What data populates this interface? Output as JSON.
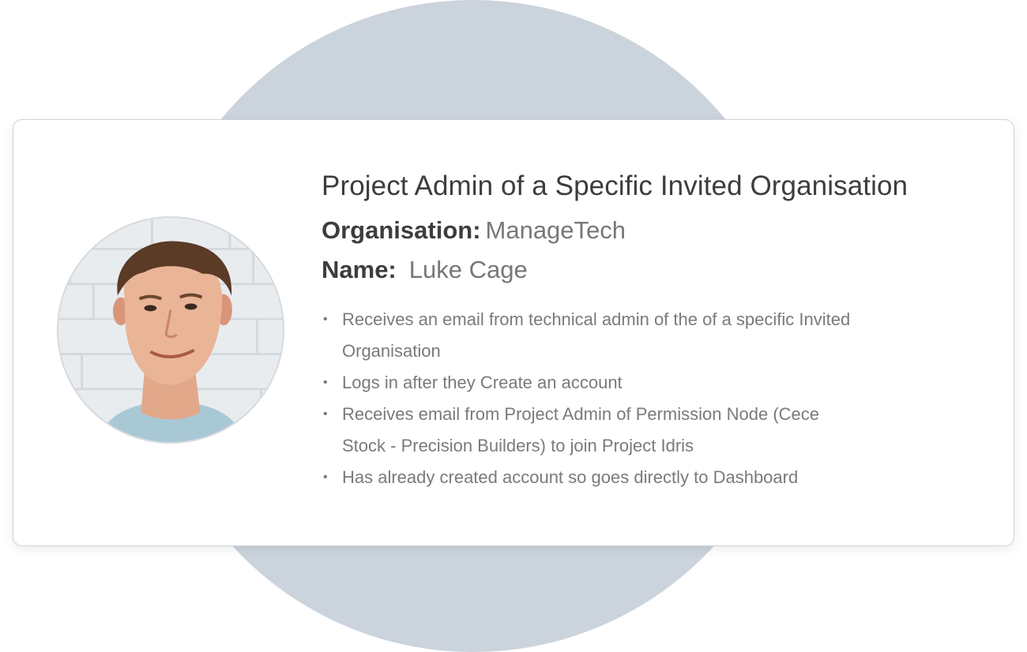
{
  "colors": {
    "background_circle": "#cbd3dc",
    "title": "#3d3d3d",
    "label": "#3d3d3d",
    "value": "#777777",
    "bullet_text": "#7a7a7a",
    "card_border": "#cfd3d8"
  },
  "persona": {
    "title": "Project Admin of a Specific Invited Organisation",
    "organisation_label": "Organisation:",
    "organisation_value": "ManageTech",
    "name_label": "Name:",
    "name_value": "Luke Cage",
    "bullet_glyph": "•",
    "bullets": [
      "Receives an email from technical admin of the of a specific Invited Organisation",
      "Logs in after they Create an account",
      "Receives email from Project Admin of Permission Node (Cece Stock - Precision Builders) to join Project Idris",
      "Has already created account so goes directly to Dashboard"
    ]
  },
  "avatar": {
    "icon": "person-photo"
  }
}
